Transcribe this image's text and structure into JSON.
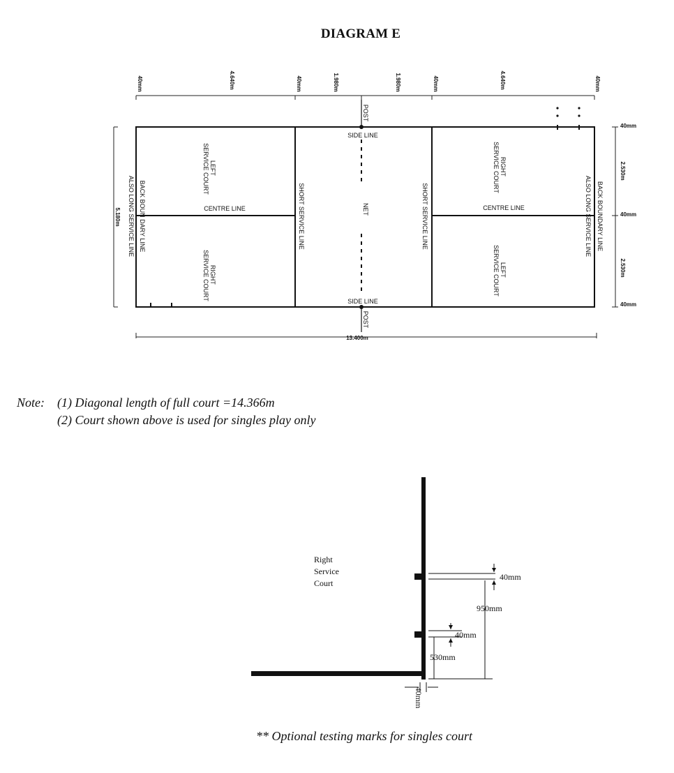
{
  "title": "DIAGRAM E",
  "court": {
    "top_dims": [
      "40mm",
      "4.640m",
      "40mm",
      "1.980m",
      "1.980m",
      "40mm",
      "4.640m",
      "40mm"
    ],
    "post_top": "POST",
    "post_bottom": "POST",
    "side_line_top": "SIDE LINE",
    "side_line_bottom": "SIDE LINE",
    "net": "NET",
    "left_service_court_top": "LEFT\nSERVICE COURT",
    "right_service_court_bottom_left": "RIGHT\nSERVICE COURT",
    "right_service_court_top_right": "RIGHT\nSERVICE COURT",
    "left_service_court_bottom_right": "LEFT\nSERVICE COURT",
    "centre_line_left": "CENTRE LINE",
    "centre_line_right": "CENTRE LINE",
    "short_service_line_left": "SHORT SERVICE LINE",
    "short_service_line_right": "SHORT SERVICE LINE",
    "back_line_left_1": "BACK BOUN DARY LINE",
    "back_line_left_2": "ALSO LONG SERVICE LINE",
    "back_line_right_1": "BACK BOUNDARY LINE",
    "back_line_right_2": "ALSO LONG SERVICE LINE",
    "width_dim": "5.180m",
    "length_dim": "13.400m",
    "right_dims": [
      "40mm",
      "2.530m",
      "40mm",
      "2.530m",
      "40mm"
    ]
  },
  "notes": {
    "prefix": "Note:",
    "note1": "(1)  Diagonal length of full court =14.366m",
    "note2": "(2)  Court shown above is used for singles play only"
  },
  "detail": {
    "label": "Right\nService\nCourt",
    "dim_top": "40mm",
    "dim_950": "950mm",
    "dim_mid": "40mm",
    "dim_530": "530mm",
    "dim_bottom": "40mm"
  },
  "caption": "** Optional testing marks for singles court"
}
